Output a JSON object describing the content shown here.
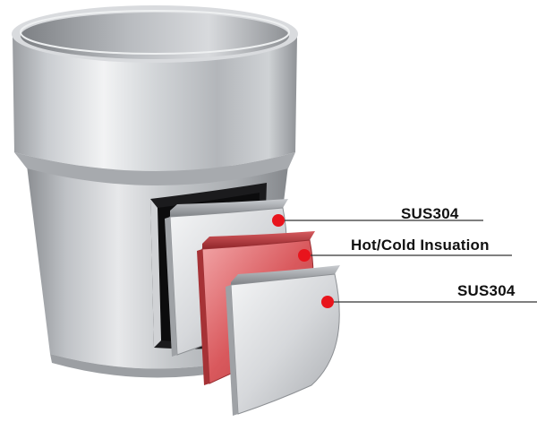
{
  "callouts": [
    {
      "id": "outer-wall",
      "label": "SUS304"
    },
    {
      "id": "insulation-layer",
      "label": "Hot/Cold Insuation"
    },
    {
      "id": "inner-wall",
      "label": "SUS304"
    }
  ],
  "colors": {
    "steel_light": "#e4e6e8",
    "steel_mid": "#b9bcc0",
    "steel_dark": "#8a8d91",
    "insulation_red": "#d9595d",
    "marker_red": "#e8141c",
    "callout_line": "#333333"
  }
}
